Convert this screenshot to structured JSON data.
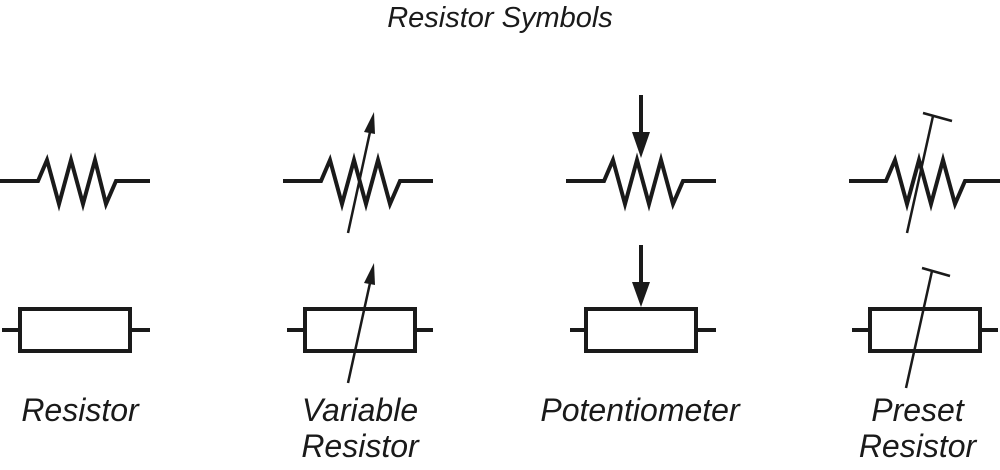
{
  "title": "Resistor Symbols",
  "symbols": [
    {
      "label_lines": [
        "Resistor"
      ],
      "zigzag_icon": "resistor-zigzag-icon",
      "box_icon": "resistor-box-icon"
    },
    {
      "label_lines": [
        "Variable",
        "Resistor"
      ],
      "zigzag_icon": "variable-resistor-zigzag-icon",
      "box_icon": "variable-resistor-box-icon"
    },
    {
      "label_lines": [
        "Potentiometer"
      ],
      "zigzag_icon": "potentiometer-zigzag-icon",
      "box_icon": "potentiometer-box-icon"
    },
    {
      "label_lines": [
        "Preset",
        "Resistor"
      ],
      "zigzag_icon": "preset-resistor-zigzag-icon",
      "box_icon": "preset-resistor-box-icon"
    }
  ],
  "colors": {
    "stroke": "#1a1a1a",
    "background": "#ffffff"
  }
}
